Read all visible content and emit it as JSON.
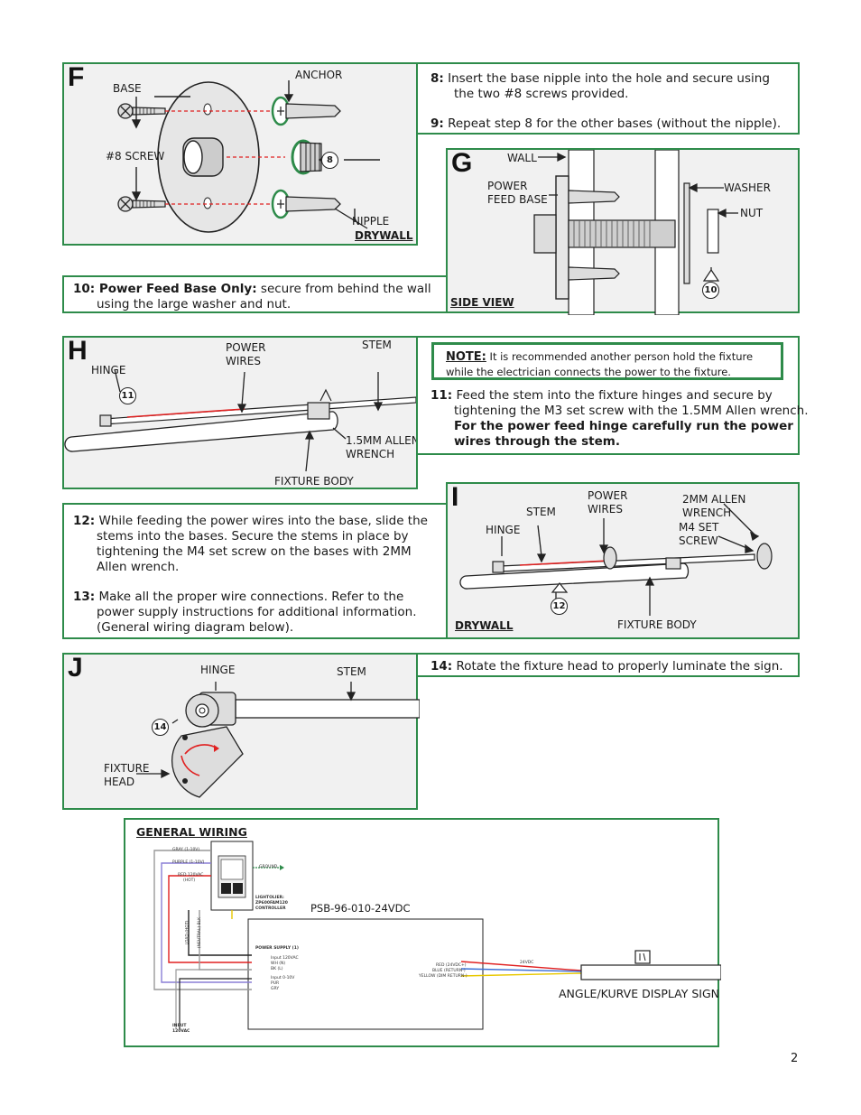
{
  "panel_f": {
    "letter": "F",
    "labels": {
      "base": "BASE",
      "anchor": "ANCHOR",
      "screw": "#8 SCREW",
      "nipple": "NIPPLE",
      "drywall": "DRYWALL"
    },
    "callout": "8"
  },
  "step_8_9": {
    "s8_num": "8:",
    "s8_text": "Insert the base nipple into the hole and secure using the two #8 screws provided.",
    "s9_num": "9:",
    "s9_text": "Repeat step 8 for the other bases (without the nipple)."
  },
  "panel_g": {
    "letter": "G",
    "labels": {
      "wall": "WALL",
      "power_feed_base_1": "POWER",
      "power_feed_base_2": "FEED BASE",
      "washer": "WASHER",
      "nut": "NUT",
      "side_view": "SIDE VIEW"
    },
    "callout": "10"
  },
  "step_10": {
    "num_title": "10: Power Feed Base Only:",
    "text": "secure from behind the wall using the large washer and nut."
  },
  "panel_h": {
    "letter": "H",
    "labels": {
      "hinge": "HINGE",
      "power_wires_1": "POWER",
      "power_wires_2": "WIRES",
      "stem": "STEM",
      "allen_1": "1.5MM ALLEN",
      "allen_2": "WRENCH",
      "fixture_body": "FIXTURE BODY"
    },
    "callout": "11"
  },
  "note": {
    "title": "NOTE:",
    "text": "It is recommended another person hold the fixture while the electrician connects the power to the fixture."
  },
  "step_11": {
    "num": "11:",
    "text": "Feed the stem into the fixture hinges and secure by tightening the M3 set screw with the 1.5MM Allen wrench.",
    "bold": "For the power feed hinge carefully run the power wires through the stem."
  },
  "step_12_13": {
    "s12_num": "12:",
    "s12_text": "While feeding the power wires into the base, slide the stems into the bases. Secure the stems in place by tightening the M4 set screw on the bases with 2MM Allen wrench.",
    "s13_num": "13:",
    "s13_text": "Make all the proper wire connections. Refer to the power supply instructions for additional information.",
    "s13_extra": "(General wiring diagram below)."
  },
  "panel_i": {
    "letter": "I",
    "labels": {
      "hinge": "HINGE",
      "stem": "STEM",
      "power_wires_1": "POWER",
      "power_wires_2": "WIRES",
      "allen_1": "2MM ALLEN",
      "allen_2": "WRENCH",
      "m4_1": "M4 SET",
      "m4_2": "SCREW",
      "drywall": "DRYWALL",
      "fixture_body": "FIXTURE BODY"
    },
    "callout": "12"
  },
  "panel_j": {
    "letter": "J",
    "labels": {
      "hinge": "HINGE",
      "stem": "STEM",
      "fixture_head_1": "FIXTURE",
      "fixture_head_2": "HEAD"
    },
    "callout": "14"
  },
  "step_14": {
    "num": "14:",
    "text": "Rotate the fixture head to properly luminate the sign."
  },
  "wiring": {
    "title": "GENERAL WIRING",
    "model": "PSB-96-010-24VDC",
    "sign": "ANGLE/KURVE DISPLAY SIGN",
    "tiny": {
      "gray": "GRAY (1-10V)",
      "purple": "PURPLE (1-10V)",
      "red": "RED 120VAC",
      "hot": "(HOT)",
      "ground": "GROUND",
      "controller_1": "LIGHTOLIER:",
      "controller_2": "ZP600FAM120",
      "controller_3": "CONTROLLER",
      "neutral": "(NEUTRAL) BLK",
      "neutral2": "LOAD (HOT)",
      "ps_title": "POWER SUPPLY (1)",
      "in1": "Input 120VAC",
      "in2": "WH (N)",
      "in3": "BK (L)",
      "in4": "Input 0-10V",
      "in5": "PUR",
      "in6": "GRY",
      "out1": "RED (24VDC+)",
      "out2": "BLUE (RETURN-)",
      "out3": "YELLOW (DIM RETURN-)",
      "v24": "24VDC",
      "input_1": "INPUT",
      "input_2": "120VAC"
    }
  },
  "page_number": "2",
  "colors": {
    "green_border": "#2e8b4a",
    "panel_bg": "#f1f1f1",
    "red": "#e02020"
  }
}
